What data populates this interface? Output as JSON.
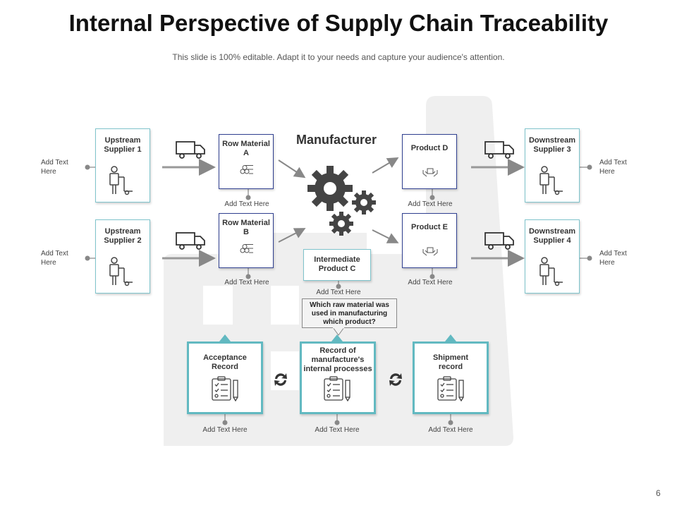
{
  "header": {
    "title": "Internal Perspective of Supply Chain Traceability",
    "subtitle": "This slide is 100% editable. Adapt it to your needs and capture your audience's attention."
  },
  "manufacturer_label": "Manufacturer",
  "upstream": [
    {
      "label": "Upstream Supplier 1",
      "note": "Add Text Here"
    },
    {
      "label": "Upstream Supplier 2",
      "note": "Add Text Here"
    }
  ],
  "materials": [
    {
      "label": "Row Material A",
      "note": "Add Text Here"
    },
    {
      "label": "Row Material B",
      "note": "Add Text Here"
    }
  ],
  "products": [
    {
      "label": "Product D",
      "note": "Add Text Here"
    },
    {
      "label": "Product E",
      "note": "Add Text Here"
    }
  ],
  "downstream": [
    {
      "label": "Downstream Supplier 3",
      "note": "Add Text Here"
    },
    {
      "label": "Downstream Supplier 4",
      "note": "Add Text Here"
    }
  ],
  "intermediate": {
    "label": "Intermediate Product C",
    "note": "Add Text Here"
  },
  "callout": "Which raw material was used in manufacturing which product?",
  "records": [
    {
      "label": "Acceptance Record",
      "note": "Add Text Here"
    },
    {
      "label": "Record of manufacture's internal processes",
      "note": "Add Text Here"
    },
    {
      "label": "Shipment record",
      "note": "Add Text Here"
    }
  ],
  "page_number": "6",
  "colors": {
    "teal": "#62b9c1",
    "navy": "#2f3f8f",
    "gray": "#888888",
    "gear": "#444444"
  },
  "icons": [
    "truck-icon",
    "worker-cart-icon",
    "logs-icon",
    "hands-box-icon",
    "gear-icon",
    "refresh-icon",
    "clipboard-pencil-icon",
    "factory-silhouette"
  ]
}
